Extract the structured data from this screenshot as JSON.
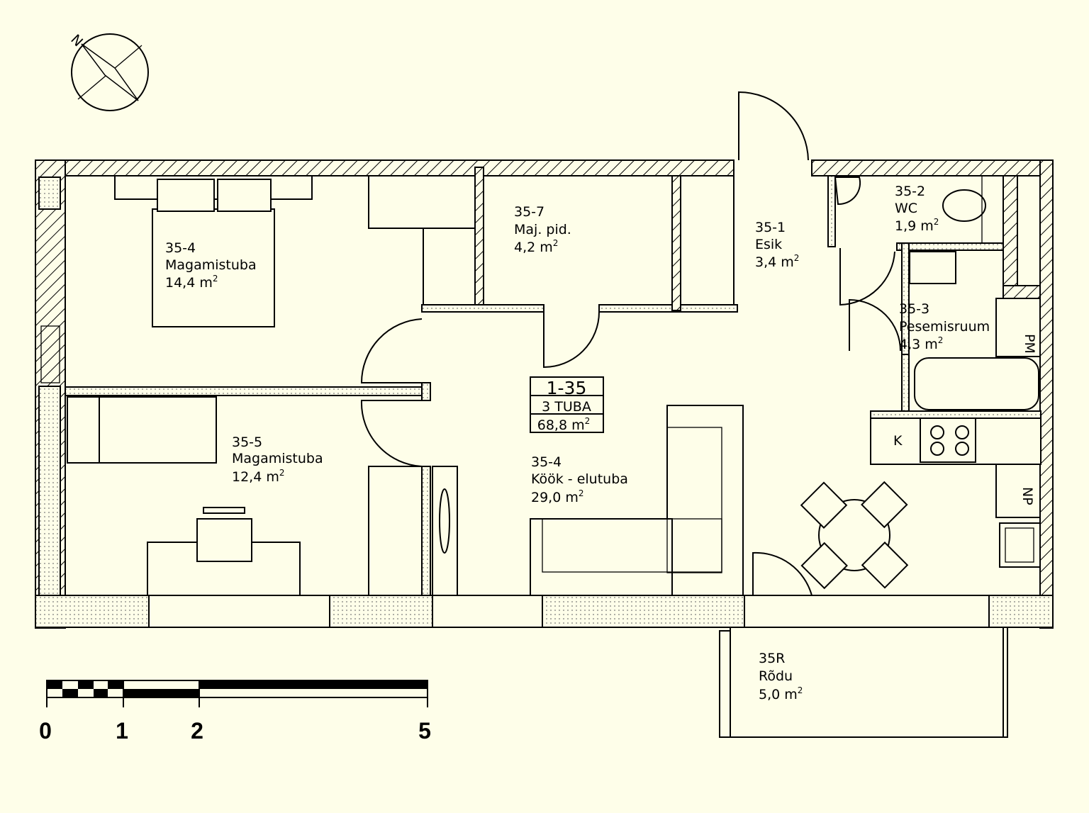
{
  "colors": {
    "background": "#fefee9",
    "ink": "#000000"
  },
  "compass": {
    "label": "N"
  },
  "apartment": {
    "number": "1-35",
    "rooms": "3 TUBA",
    "area": "68,8 m",
    "area_sup": "2"
  },
  "rooms": [
    {
      "id": "35-4",
      "name": "Magamistuba",
      "area": "14,4  m",
      "sup": "2"
    },
    {
      "id": "35-7",
      "name": "Maj. pid.",
      "area": "4,2  m",
      "sup": "2"
    },
    {
      "id": "35-1",
      "name": "Esik",
      "area": "3,4  m",
      "sup": "2"
    },
    {
      "id": "35-2",
      "name": "WC",
      "area": "1,9  m",
      "sup": "2"
    },
    {
      "id": "35-3",
      "name": "Pesemisruum",
      "area": "4,3  m",
      "sup": "2"
    },
    {
      "id": "35-5",
      "name": "Magamistuba",
      "area": "12,4  m",
      "sup": "2"
    },
    {
      "id": "35-4",
      "name": "Köök - elutuba",
      "area": "29,0  m",
      "sup": "2"
    },
    {
      "id": "35R",
      "name": "Rõdu",
      "area": "5,0  m",
      "sup": "2"
    }
  ],
  "fixtures": {
    "pm": "PM",
    "k": "K",
    "np": "NP"
  },
  "scale_bar": {
    "labels": [
      "0",
      "1",
      "2",
      "5"
    ]
  }
}
